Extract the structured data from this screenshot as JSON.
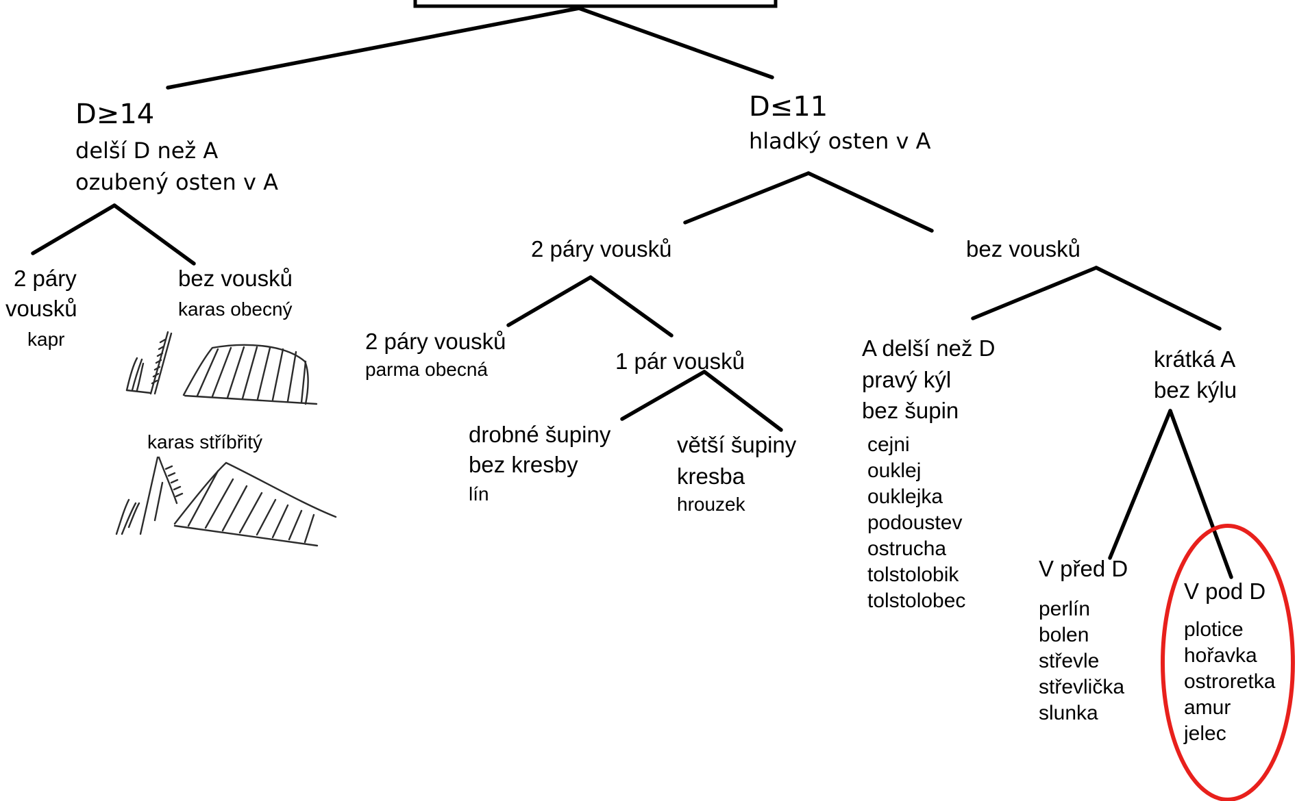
{
  "colors": {
    "line": "#000000",
    "highlight": "#e8201c",
    "sketch": "#2b2b2b"
  },
  "left_branch": {
    "title": "D≥14",
    "line1": "delší D než A",
    "line2": "ozubený osten v A",
    "opt1_line1": "2 páry",
    "opt1_line2": "vousků",
    "opt1_species": "kapr",
    "opt2_title": "bez vousků",
    "opt2_species1": "karas obecný",
    "opt2_species2": "karas stříbřitý"
  },
  "right_branch": {
    "title": "D≤11",
    "line1": "hladký osten v A",
    "barbels_2": {
      "title": "2 páry vousků",
      "sub_2pairs": "2 páry vousků",
      "sub_2pairs_species": "parma obecná",
      "sub_1pair": "1 pár vousků",
      "small_scales_line1": "drobné šupiny",
      "small_scales_line2": "bez kresby",
      "small_scales_species": "lín",
      "big_scales_line1": "větší šupiny",
      "big_scales_line2": "kresba",
      "big_scales_species": "hrouzek"
    },
    "no_barbels": {
      "title": "bez vousků",
      "long_a_line1": "A delší než D",
      "long_a_line2": "pravý kýl",
      "long_a_line3": "bez šupin",
      "long_a_species": [
        "cejni",
        "ouklej",
        "ouklejka",
        "podoustev",
        "ostrucha",
        "tolstolobik",
        "tolstolobec"
      ],
      "short_a_line1": "krátká A",
      "short_a_line2": "bez kýlu",
      "v_before_d": "V před D",
      "v_before_species": [
        "perlín",
        "bolen",
        "střevle",
        "střevlička",
        "slunka"
      ],
      "v_under_d": "V pod D",
      "v_under_species": [
        "plotice",
        "hořavka",
        "ostroretka",
        "amur",
        "jelec"
      ]
    }
  }
}
